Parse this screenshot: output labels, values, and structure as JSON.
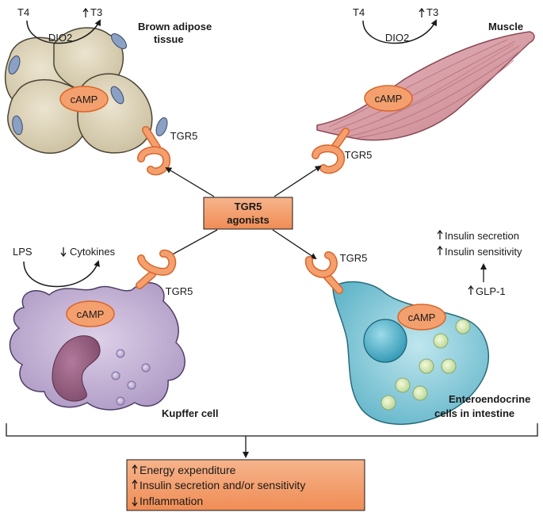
{
  "brown_adipose": {
    "t4": "T4",
    "t3": "T3",
    "dio2": "DIO2",
    "title_line1": "Brown adipose",
    "title_line2": "tissue",
    "camp": "cAMP",
    "receptor": "TGR5"
  },
  "muscle": {
    "t4": "T4",
    "t3": "T3",
    "dio2": "DIO2",
    "title": "Muscle",
    "camp": "cAMP",
    "receptor": "TGR5"
  },
  "center": {
    "line1": "TGR5",
    "line2": "agonists"
  },
  "kupffer": {
    "lps": "LPS",
    "cytokines": "Cytokines",
    "camp": "cAMP",
    "receptor": "TGR5",
    "title": "Kupffer cell"
  },
  "enteroendocrine": {
    "receptor": "TGR5",
    "camp": "cAMP",
    "insulin_secretion": "Insulin secretion",
    "insulin_sensitivity": "Insulin sensitivity",
    "glp1": "GLP-1",
    "title_line1": "Enteroendocrine",
    "title_line2": "cells in intestine"
  },
  "outcomes": {
    "line1": "Energy expenditure",
    "line2": "Insulin secretion and/or sensitivity",
    "line3": "Inflammation"
  },
  "colors": {
    "orange_fill": "#f4a06e",
    "orange_stroke": "#d9652a",
    "adipose_fill": "#d8cfb4",
    "muscle_fill": "#d9a2aa",
    "kupffer_fill": "#c9b8d6",
    "entero_fill": "#8fcfdc"
  }
}
